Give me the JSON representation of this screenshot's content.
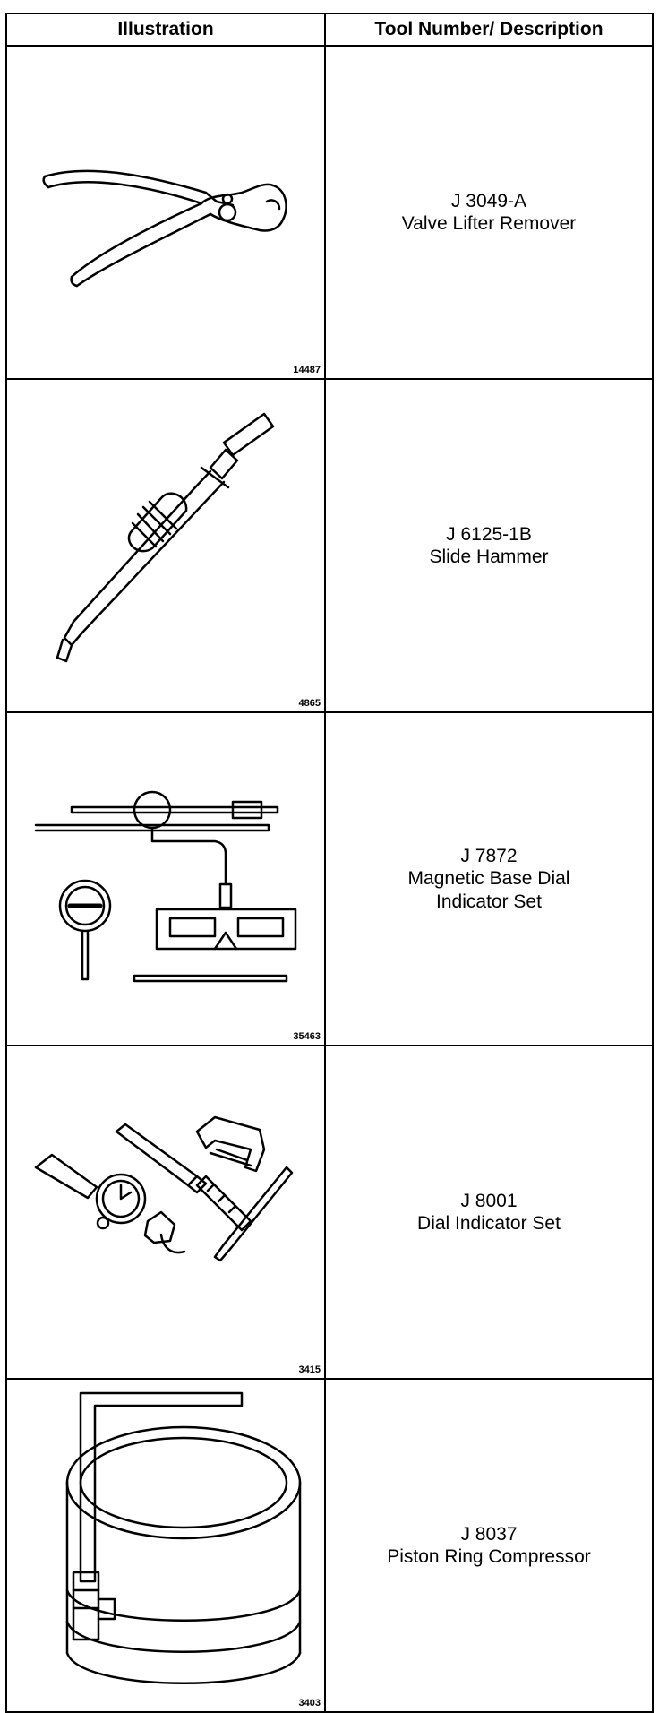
{
  "table": {
    "headers": {
      "illustration": "Illustration",
      "description": "Tool Number/ Description"
    },
    "rows": [
      {
        "figure_code": "14487",
        "tool_number": "J 3049-A",
        "description": "Valve Lifter Remover",
        "icon": "pliers-icon"
      },
      {
        "figure_code": "4865",
        "tool_number": "J 6125-1B",
        "description": "Slide Hammer",
        "icon": "slide-hammer-icon"
      },
      {
        "figure_code": "35463",
        "tool_number": "J 7872",
        "description": "Magnetic Base Dial\nIndicator Set",
        "icon": "magnetic-dial-indicator-icon"
      },
      {
        "figure_code": "3415",
        "tool_number": "J 8001",
        "description": "Dial Indicator Set",
        "icon": "dial-indicator-set-icon"
      },
      {
        "figure_code": "3403",
        "tool_number": "J 8037",
        "description": "Piston Ring Compressor",
        "icon": "ring-compressor-icon"
      }
    ]
  }
}
